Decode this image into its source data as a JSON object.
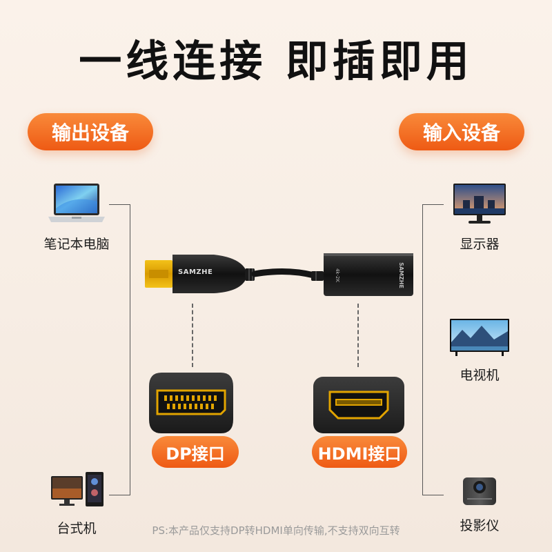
{
  "title": "一线连接 即插即用",
  "output_label": "输出设备",
  "input_label": "输入设备",
  "output_devices": [
    {
      "label": "笔记本电脑",
      "icon": "laptop-icon"
    },
    {
      "label": "台式机",
      "icon": "desktop-pc-icon"
    }
  ],
  "input_devices": [
    {
      "label": "显示器",
      "icon": "monitor-icon"
    },
    {
      "label": "电视机",
      "icon": "tv-icon"
    },
    {
      "label": "投影仪",
      "icon": "projector-icon"
    }
  ],
  "adapter": {
    "brand_plug": "SAMZHE",
    "brand_housing": "SAMZHE",
    "spec": "4k-2K"
  },
  "ports": {
    "dp_label": "DP接口",
    "hdmi_label": "HDMI接口"
  },
  "footnote": "PS:本产品仅支持DP转HDMI单向传输,不支持双向互转",
  "colors": {
    "accent": "#f0651e",
    "gold": "#e2a400",
    "cable": "#1a1a1a"
  }
}
